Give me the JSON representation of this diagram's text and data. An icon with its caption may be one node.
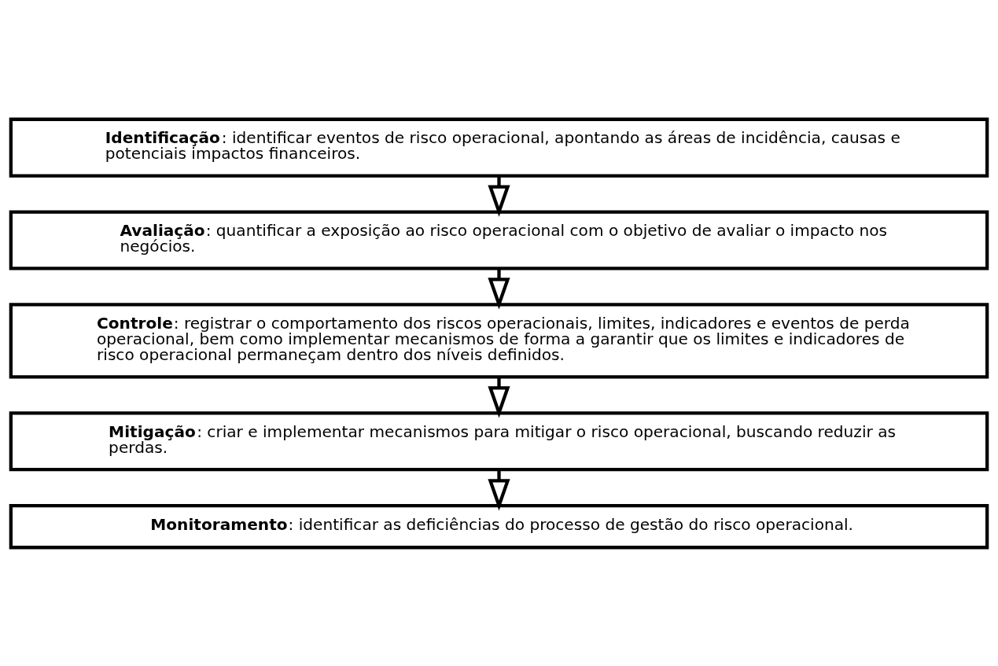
{
  "diagram": {
    "nodes": [
      {
        "text": [
          "**Identificação**: identificar eventos de risco operacional, apontando as áreas de incidência, causas e potenciais impactos financeiros."
        ]
      },
      {
        "text": [
          "**Avaliação**: quantificar a exposição ao risco operacional com o objetivo de avaliar o impacto nos negócios."
        ]
      },
      {
        "text": [
          "**Controle**: registrar o comportamento dos riscos operacionais, limites, indicadores e eventos de perda operacional, bem como implementar mecanismos de forma a garantir que os limites e indicadores de risco operacional permaneçam dentro dos níveis definidos."
        ]
      },
      {
        "text": [
          "**Mitigação**: criar e implementar mecanismos para mitigar o risco operacional, buscando reduzir as perdas."
        ]
      },
      {
        "text": [
          "**Monitoramento**: identificar as deficiências do processo de gestão do risco operacional."
        ]
      }
    ],
    "edges": [
      {
        "from": 0,
        "to": 1,
        "arrow": "to"
      },
      {
        "from": 1,
        "to": 2,
        "arrow": "to"
      },
      {
        "from": 2,
        "to": 3,
        "arrow": "to"
      },
      {
        "from": 3,
        "to": 4,
        "arrow": "to"
      }
    ]
  }
}
